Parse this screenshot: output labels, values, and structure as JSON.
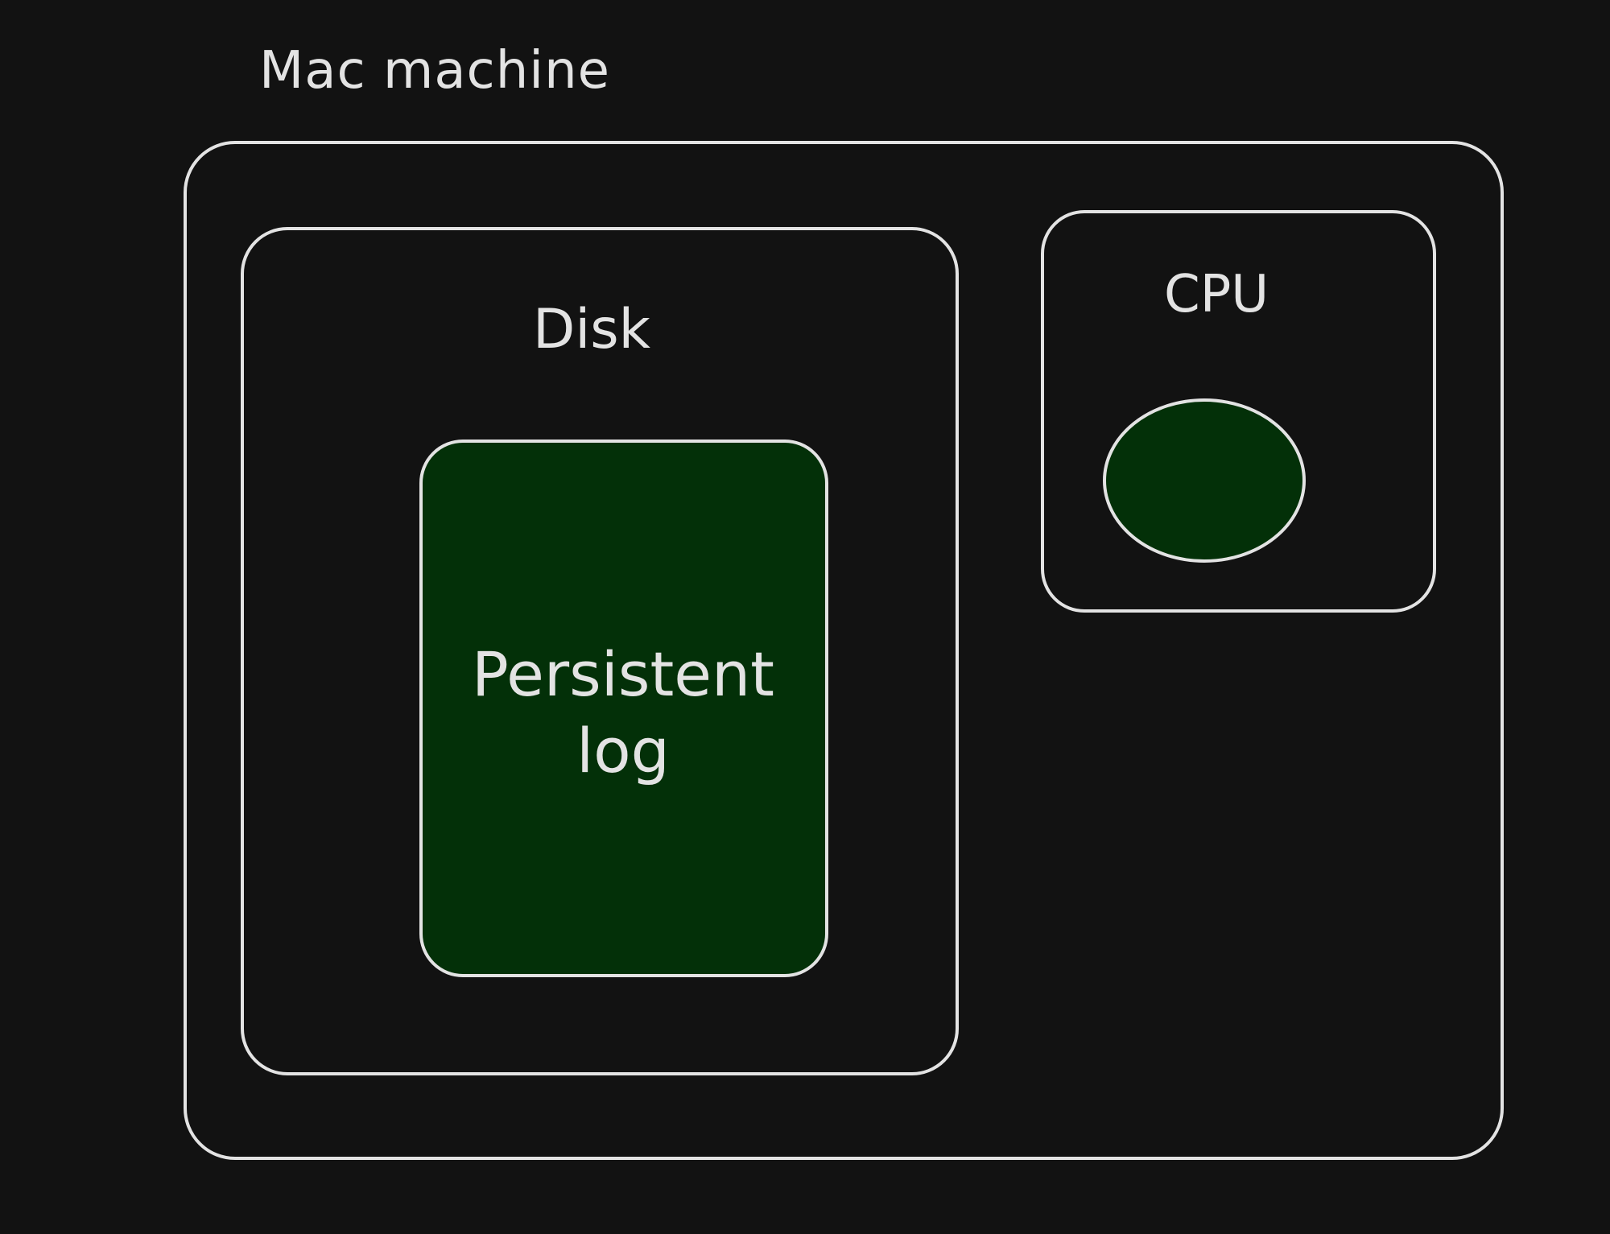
{
  "diagram": {
    "title": "Mac machine",
    "disk": {
      "label": "Disk"
    },
    "persistent_log": {
      "line1": "Persistent",
      "line2": "log"
    },
    "cpu": {
      "label": "CPU"
    }
  },
  "colors": {
    "background": "#121212",
    "stroke": "#e3e3e3",
    "fill_green": "#033008"
  }
}
